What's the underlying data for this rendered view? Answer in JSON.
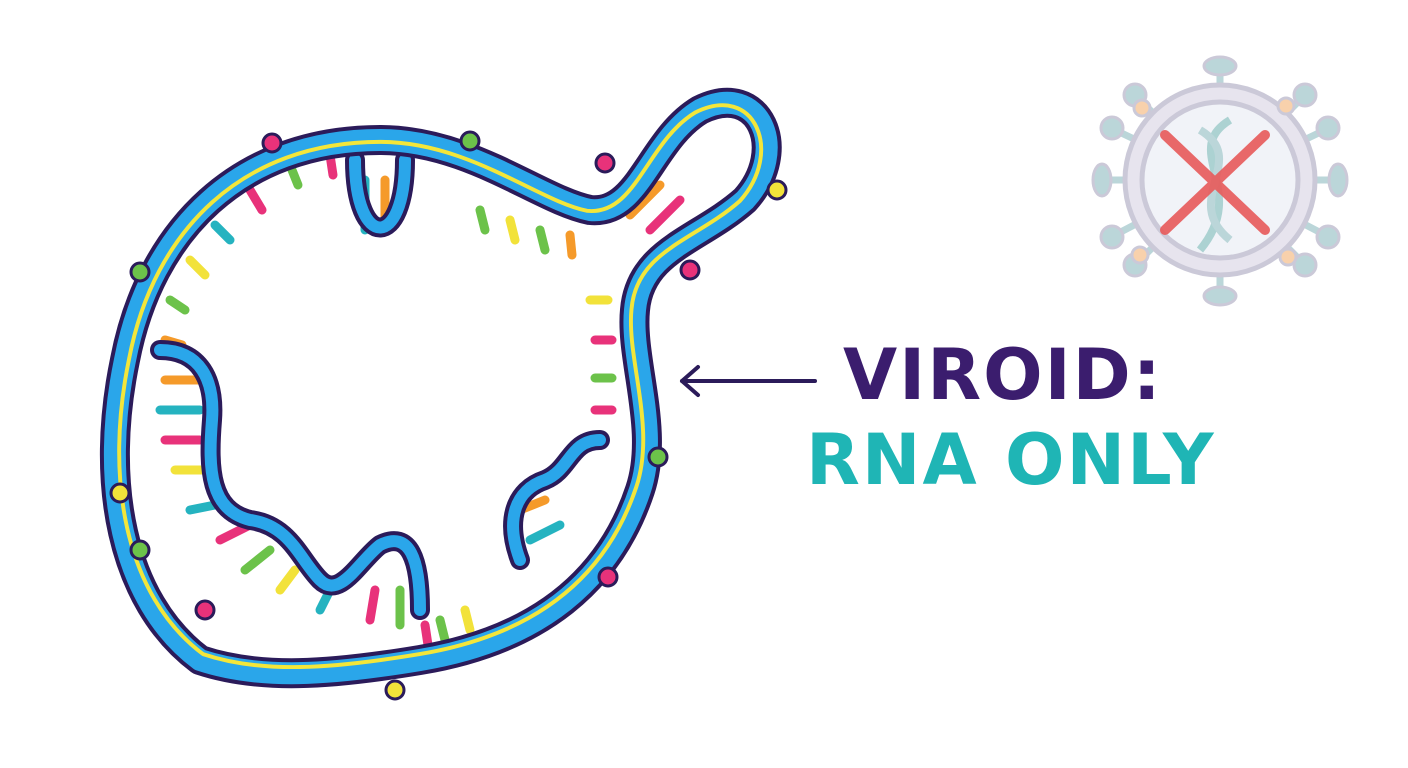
{
  "title": {
    "line1": "VIROID:",
    "line2": "RNA ONLY"
  },
  "colors": {
    "line1": "#3b1d6e",
    "line2": "#1fb5b5",
    "strand_fill": "#2aa6ea",
    "strand_outline": "#2b1b5a",
    "strand_core": "#f3e63a",
    "base_pink": "#e8327a",
    "base_green": "#6cc24a",
    "base_yellow": "#f2e23a",
    "base_orange": "#f59a2a",
    "base_teal": "#25b3c0",
    "cross": "#e85a5a",
    "virus_gray": "#c9c7d6"
  },
  "icons": {
    "viroid": "circular-rna-strand-illustration",
    "arrow": "arrow-left-icon",
    "virus": "virus-crossed-out-icon"
  }
}
